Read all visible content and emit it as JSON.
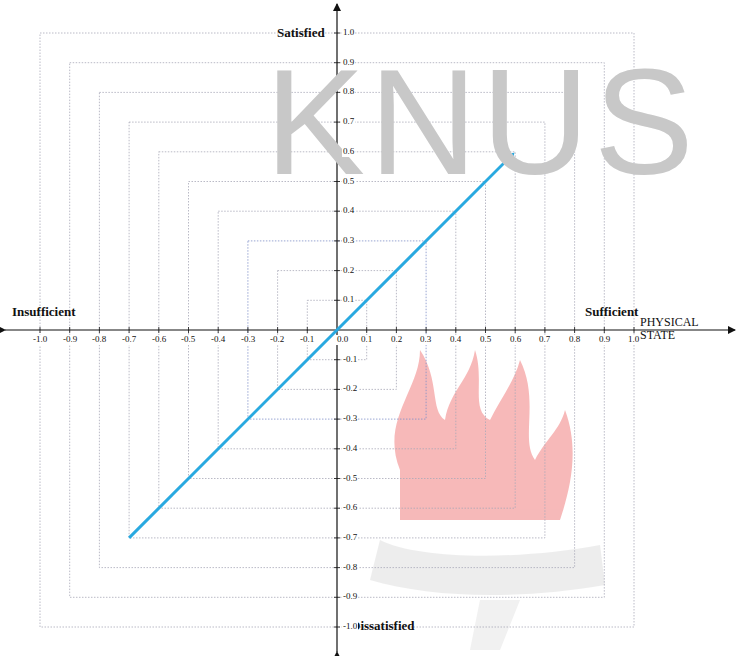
{
  "diagram": {
    "labels": [
      "Satisfied",
      "Insufficient",
      "Sufficient",
      "PHYSICAL STATE",
      "Dissatisfied",
      "-1.0",
      "-0.9",
      "-0.8",
      "-0.7",
      "-0.6",
      "-0.5",
      "-0.4",
      "-0.3",
      "-0.2",
      "-0.1",
      "0.0",
      "0.1",
      "0.2",
      "0.3",
      "0.4",
      "0.5",
      "0.6",
      "0.7",
      "0.8",
      "0.9",
      "1.0",
      "1.0",
      "0.9",
      "0.8",
      "0.7",
      "0.6",
      "0.5",
      "0.4",
      "0.3",
      "0.2",
      "0.1",
      "-0.1",
      "-0.2",
      "-0.3",
      "-0.4",
      "-0.5",
      "-0.6",
      "-0.7",
      "-0.8",
      "-0.9",
      "-1.0",
      "KNUS"
    ]
  }
}
